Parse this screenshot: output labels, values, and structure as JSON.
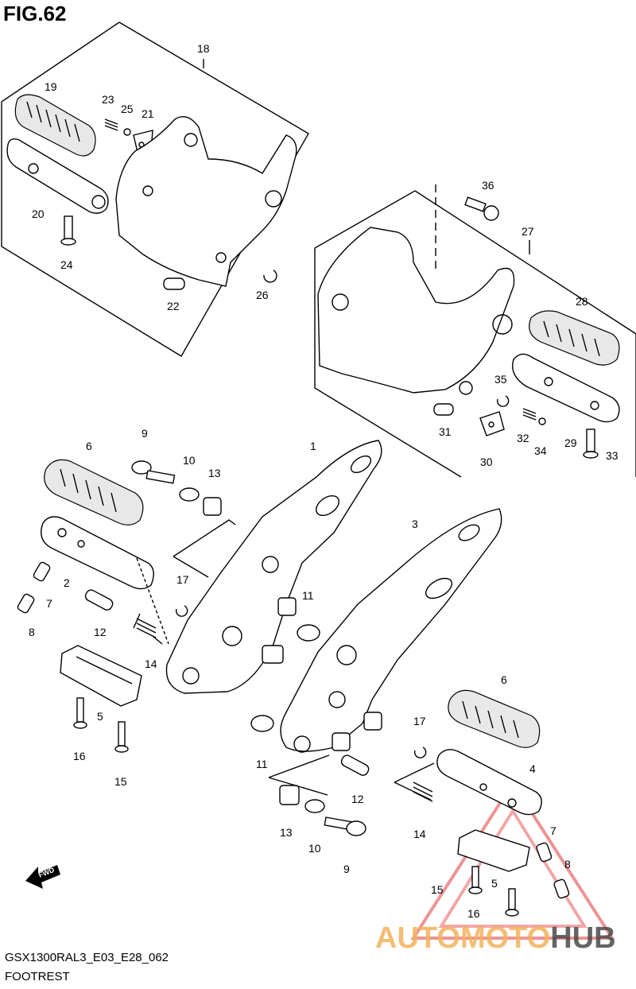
{
  "figure": {
    "title": "FIG.62"
  },
  "footer": {
    "model_code": "GSX1300RAL3_E03_E28_062",
    "section": "FOOTREST"
  },
  "watermark": {
    "part1": "AUTOMOTO",
    "part2": "HUB",
    "color1": "#f3b25c",
    "color2": "#4a4a4a",
    "triangle_color": "#e03a3a"
  },
  "fwd_label": "FWD",
  "parts": [
    "1",
    "2",
    "3",
    "4",
    "5",
    "5",
    "6",
    "6",
    "7",
    "7",
    "8",
    "8",
    "9",
    "9",
    "10",
    "10",
    "11",
    "11",
    "12",
    "12",
    "13",
    "13",
    "14",
    "14",
    "15",
    "15",
    "16",
    "16",
    "17",
    "17",
    "18",
    "19",
    "20",
    "21",
    "22",
    "23",
    "24",
    "25",
    "26",
    "27",
    "28",
    "29",
    "30",
    "31",
    "32",
    "33",
    "34",
    "35",
    "36"
  ]
}
